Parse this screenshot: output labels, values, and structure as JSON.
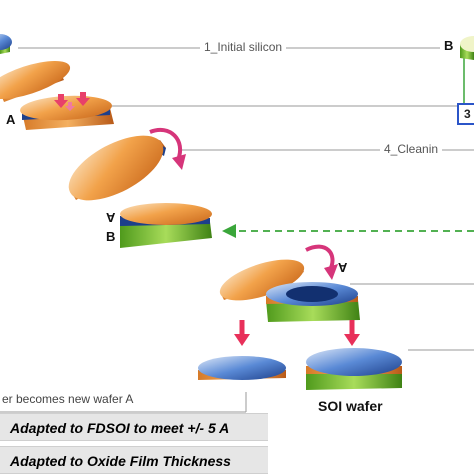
{
  "steps": {
    "step1": "1_Initial silicon",
    "step3": "3",
    "step4": "4_Cleanin"
  },
  "letters": {
    "a": "A",
    "b": "B",
    "a_flipped": "A",
    "b_right": "B",
    "a_upper": "A"
  },
  "soi_label": "SOI wafer",
  "note": "er becomes new wafer A",
  "captions": {
    "fdsoi": "Adapted to FDSOI to meet +/- 5 A",
    "oxide": "Adapted to Oxide Film Thickness"
  },
  "colors": {
    "wafer_top": "#f0a040",
    "wafer_blue": "#2a5fb0",
    "green_layer": "#7ac23a",
    "arrow_red": "#e8305a",
    "arrow_magenta": "#d6357a",
    "dashed_green": "#3aa63a",
    "box_blue": "#2b55c8"
  }
}
